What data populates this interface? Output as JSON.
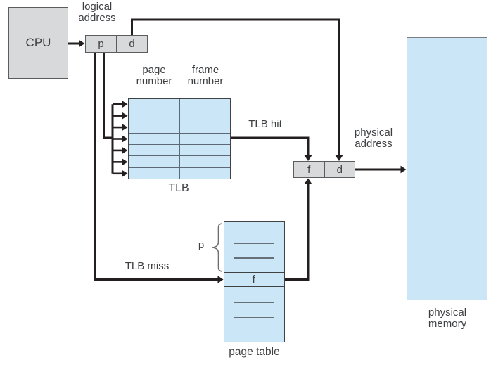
{
  "cpu": {
    "label": "CPU"
  },
  "logical_address": {
    "caption": "logical\naddress",
    "page_field": "p",
    "offset_field": "d"
  },
  "tlb": {
    "caption": "TLB",
    "header_page": "page\nnumber",
    "header_frame": "frame\nnumber",
    "row_count": 7
  },
  "edges": {
    "tlb_hit": "TLB hit",
    "tlb_miss": "TLB miss"
  },
  "physical_address": {
    "caption": "physical\naddress",
    "frame_field": "f",
    "offset_field": "d"
  },
  "page_table": {
    "caption": "page table",
    "frame_entry": "f",
    "index_label": "p"
  },
  "physical_memory": {
    "caption": "physical\nmemory"
  },
  "colors": {
    "gray_fill": "#d8d9da",
    "gray_border": "#5b5c5e",
    "table_blue": "#cbe6f7",
    "blue_border": "#3f4142",
    "inner_line": "#5d6a76",
    "wire_black": "#231f20",
    "pm_border": "#7a7c7f",
    "text": "#3d3f42",
    "bg": "#ffffff"
  }
}
